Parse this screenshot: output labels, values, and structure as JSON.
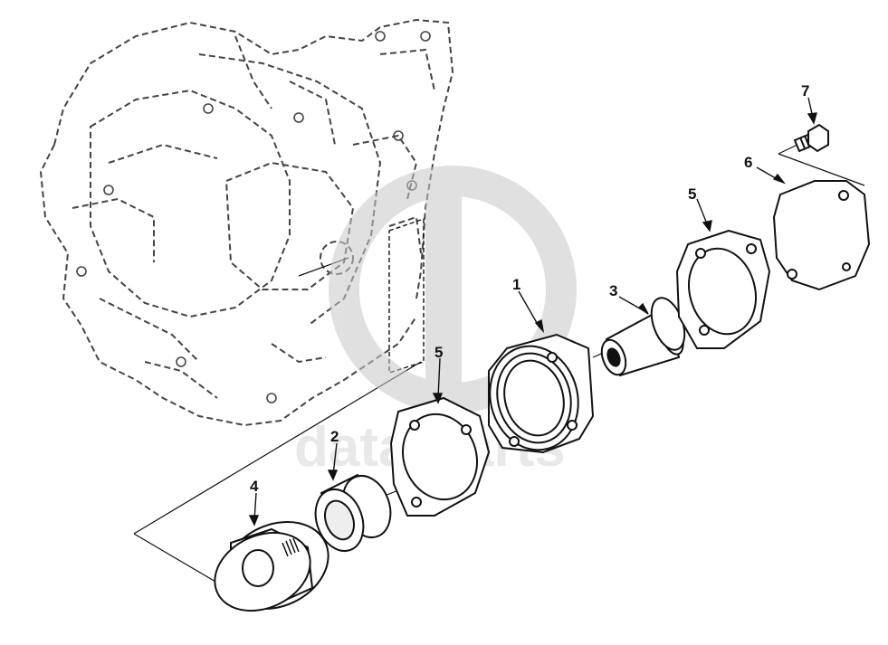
{
  "watermark": {
    "text": "data-parts",
    "color": "#d0d0d0"
  },
  "callouts": [
    {
      "id": "callout-1",
      "label": "1",
      "part": "housing"
    },
    {
      "id": "callout-2",
      "label": "2",
      "part": "bearing"
    },
    {
      "id": "callout-3",
      "label": "3",
      "part": "sleeve"
    },
    {
      "id": "callout-4",
      "label": "4",
      "part": "gear"
    },
    {
      "id": "callout-5a",
      "label": "5",
      "part": "gasket-inner"
    },
    {
      "id": "callout-5b",
      "label": "5",
      "part": "gasket-outer"
    },
    {
      "id": "callout-6",
      "label": "6",
      "part": "cover-plate"
    },
    {
      "id": "callout-7",
      "label": "7",
      "part": "bolt"
    }
  ],
  "colors": {
    "line": "#111111",
    "dashed": "#444444",
    "paper": "#ffffff"
  }
}
